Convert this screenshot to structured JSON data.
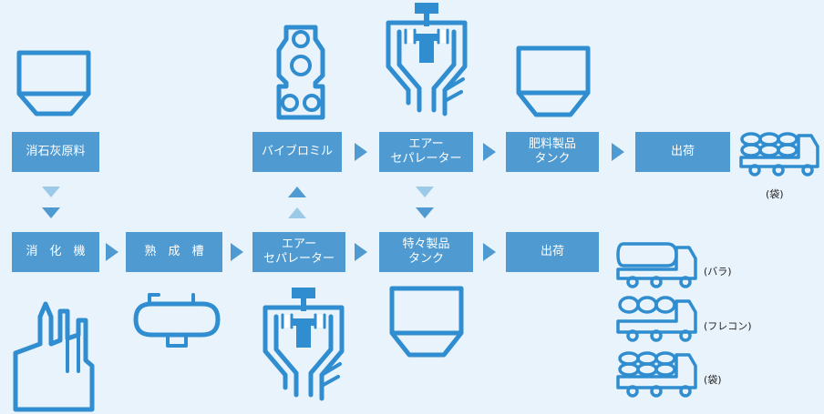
{
  "top_row": {
    "raw": "消石灰原料",
    "mill": "バイブロミル",
    "separator": "エアー\nセパレーター",
    "tank": "肥料製品\nタンク",
    "ship": "出荷"
  },
  "bottom_row": {
    "slaker": "消　化　機",
    "aging": "熟　成　槽",
    "separator": "エアー\nセパレーター",
    "tank": "特々製品\nタンク",
    "ship": "出荷"
  },
  "truck_labels": {
    "top": "(袋)",
    "bulk": "(バラ)",
    "flecon": "(フレコン)",
    "bag": "(袋)"
  }
}
